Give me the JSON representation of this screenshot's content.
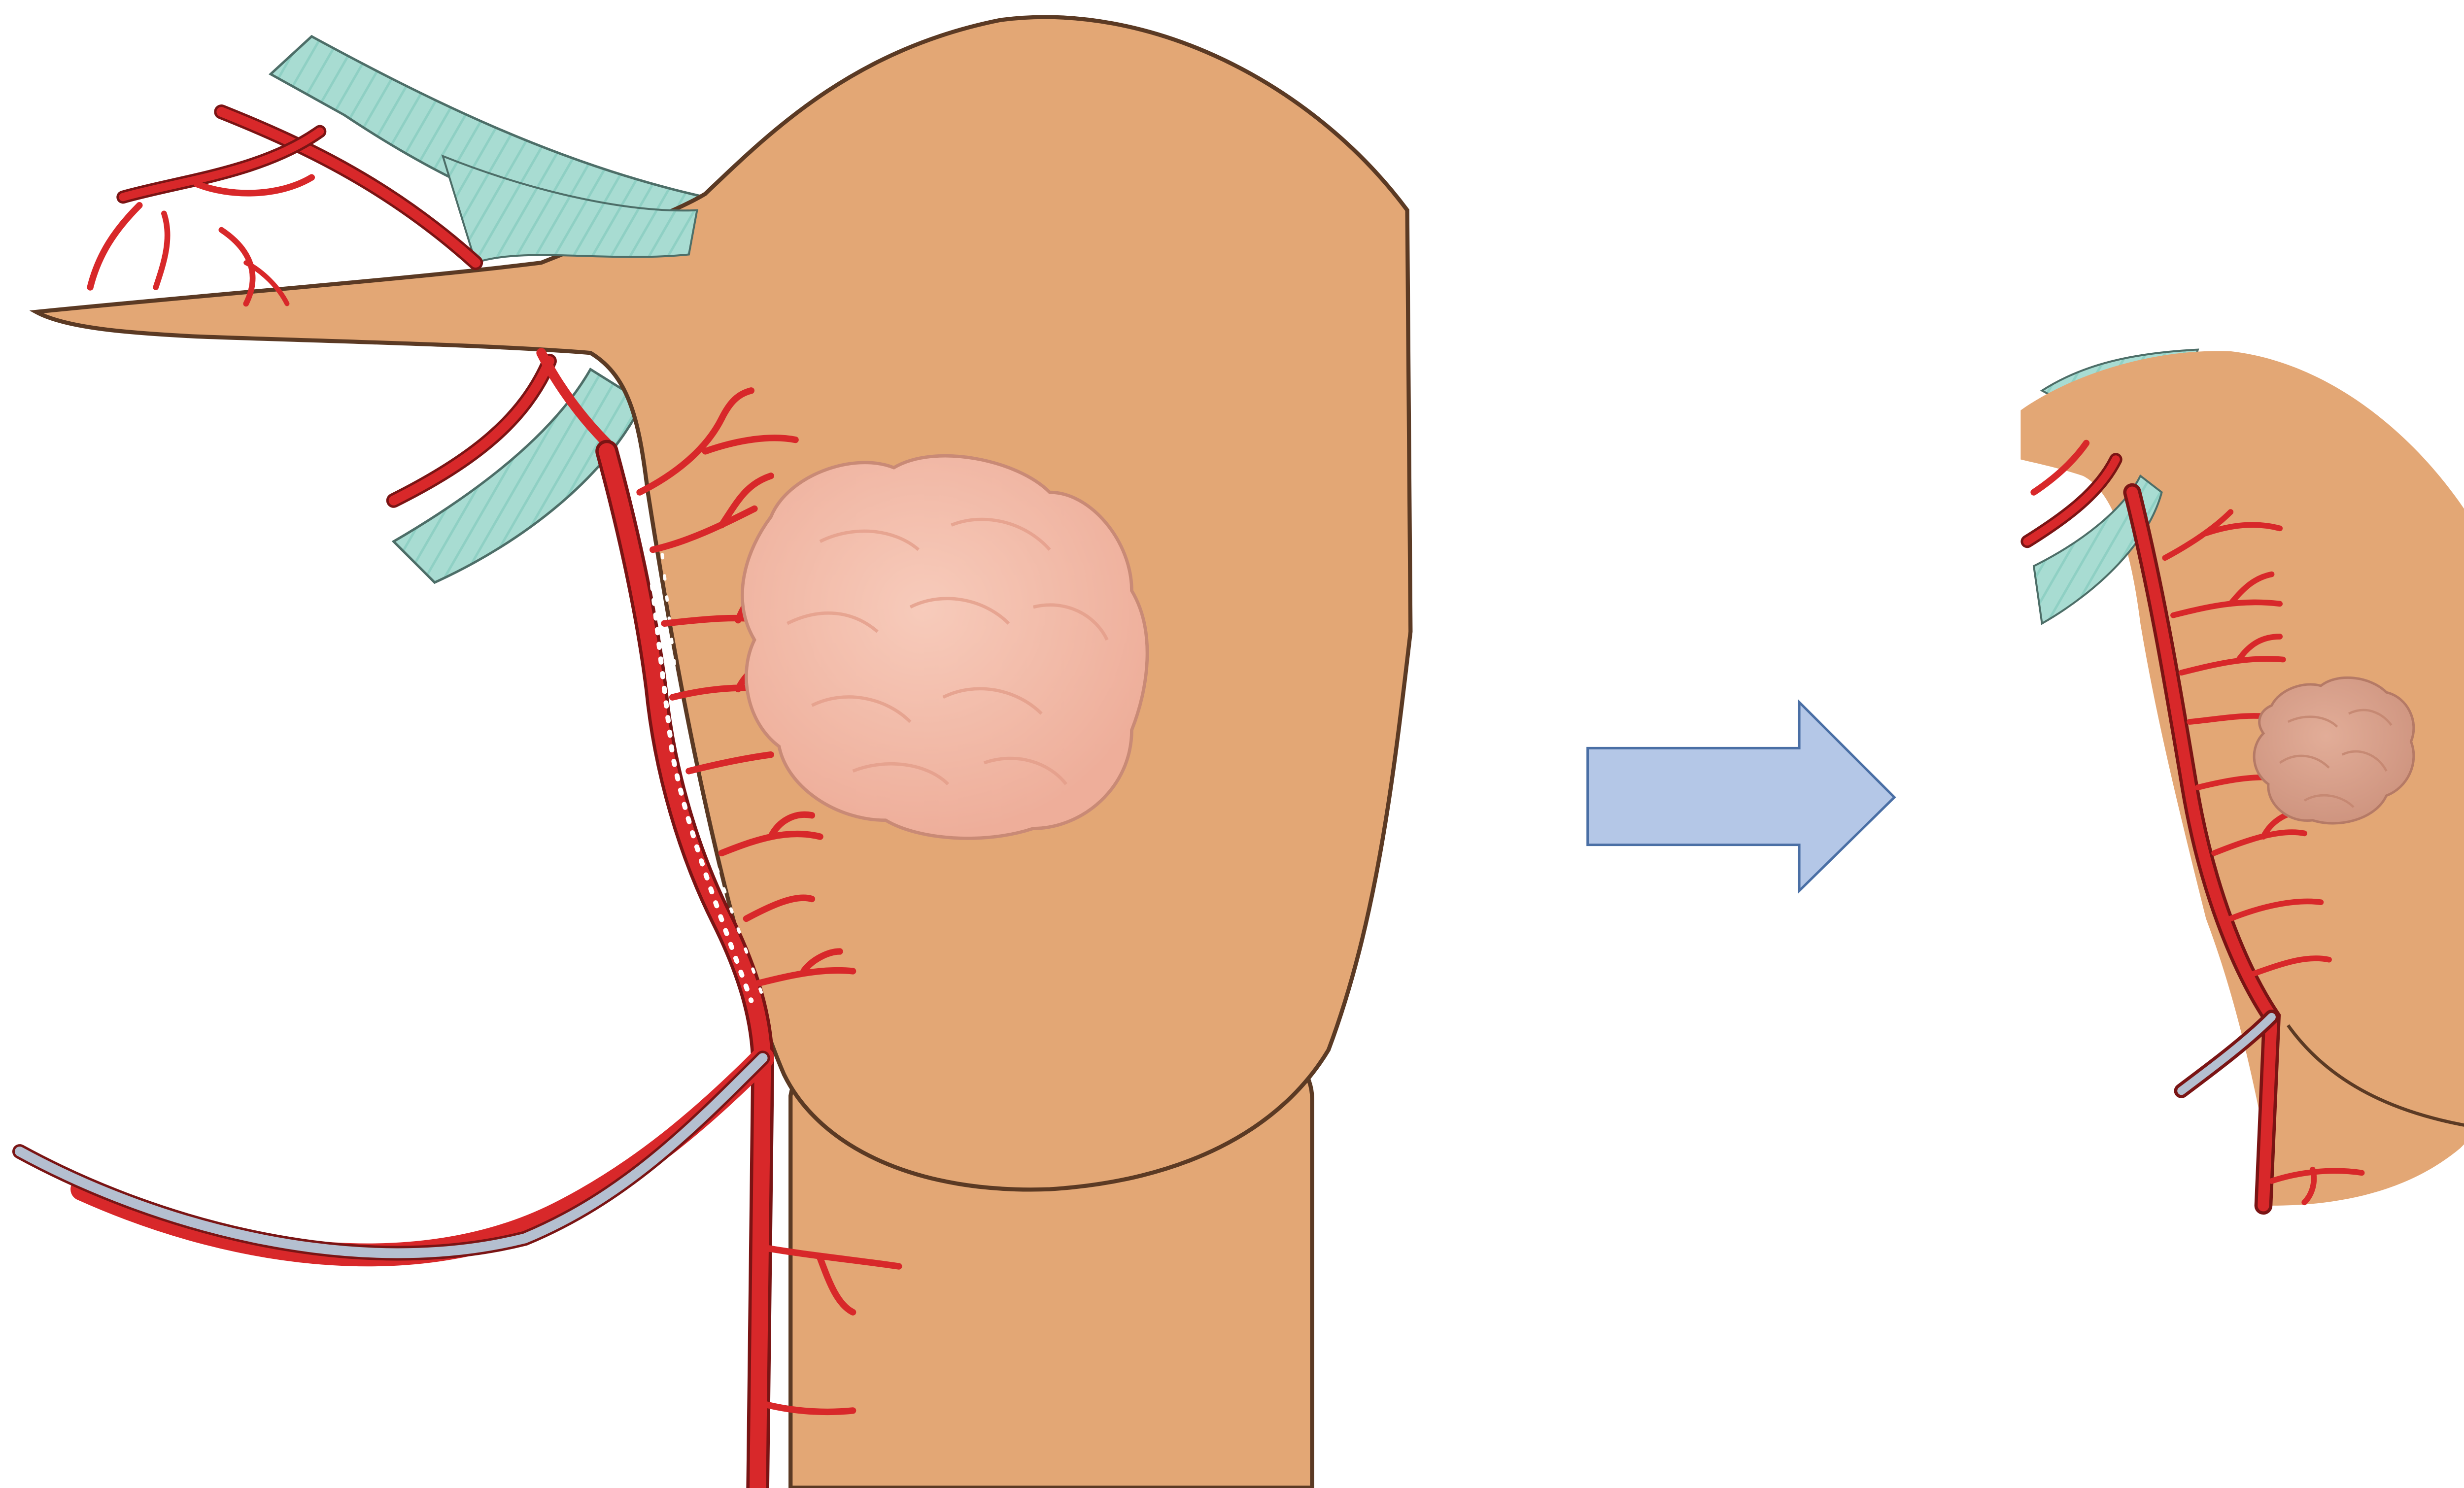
{
  "colors": {
    "background": "#ffffff",
    "organ_fill": "#e3a775",
    "organ_outline": "#5b3a24",
    "artery": "#d8282a",
    "artery_outline": "#7a1414",
    "duct": "#a8dcd2",
    "duct_stripe": "#7fc3b6",
    "tumor_large": "#f2b8a6",
    "tumor_small": "#d9a08a",
    "tumor_outline": "#b57a66",
    "wire": "#b4bfd0",
    "arrow_fill": "#b4c7e7",
    "arrow_outline": "#4a6fa5"
  },
  "panels": [
    {
      "id": "before",
      "description_icon": "organ-with-large-tumor"
    },
    {
      "id": "after",
      "description_icon": "organ-with-small-tumor"
    }
  ],
  "arrow": {
    "icon": "right-arrow-icon"
  }
}
